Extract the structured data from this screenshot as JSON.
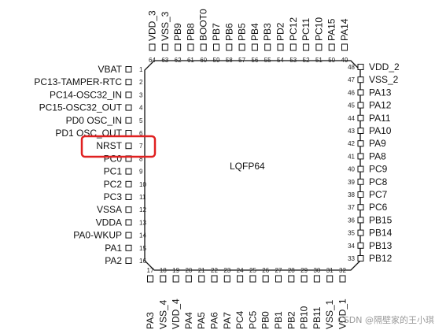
{
  "package": {
    "label": "LQFP64"
  },
  "highlight": {
    "pin": 7,
    "color": "#e02020"
  },
  "watermark": "CSDN @隔壁家的王小琪",
  "pins": {
    "left": [
      {
        "n": 1,
        "name": "VBAT"
      },
      {
        "n": 2,
        "name": "PC13-TAMPER-RTC"
      },
      {
        "n": 3,
        "name": "PC14-OSC32_IN"
      },
      {
        "n": 4,
        "name": "PC15-OSC32_OUT"
      },
      {
        "n": 5,
        "name": "PD0 OSC_IN"
      },
      {
        "n": 6,
        "name": "PD1 OSC_OUT"
      },
      {
        "n": 7,
        "name": "NRST"
      },
      {
        "n": 8,
        "name": "PC0"
      },
      {
        "n": 9,
        "name": "PC1"
      },
      {
        "n": 10,
        "name": "PC2"
      },
      {
        "n": 11,
        "name": "PC3"
      },
      {
        "n": 12,
        "name": "VSSA"
      },
      {
        "n": 13,
        "name": "VDDA"
      },
      {
        "n": 14,
        "name": "PA0-WKUP"
      },
      {
        "n": 15,
        "name": "PA1"
      },
      {
        "n": 16,
        "name": "PA2"
      }
    ],
    "bottom": [
      {
        "n": 17,
        "name": "PA3"
      },
      {
        "n": 18,
        "name": "VSS_4"
      },
      {
        "n": 19,
        "name": "VDD_4"
      },
      {
        "n": 20,
        "name": "PA4"
      },
      {
        "n": 21,
        "name": "PA5"
      },
      {
        "n": 22,
        "name": "PA6"
      },
      {
        "n": 23,
        "name": "PA7"
      },
      {
        "n": 24,
        "name": "PC4"
      },
      {
        "n": 25,
        "name": "PC5"
      },
      {
        "n": 26,
        "name": "PB0"
      },
      {
        "n": 27,
        "name": "PB1"
      },
      {
        "n": 28,
        "name": "PB2"
      },
      {
        "n": 29,
        "name": "PB10"
      },
      {
        "n": 30,
        "name": "PB11"
      },
      {
        "n": 31,
        "name": "VSS_1"
      },
      {
        "n": 32,
        "name": "VDD_1"
      }
    ],
    "right": [
      {
        "n": 33,
        "name": "PB12"
      },
      {
        "n": 34,
        "name": "PB13"
      },
      {
        "n": 35,
        "name": "PB14"
      },
      {
        "n": 36,
        "name": "PB15"
      },
      {
        "n": 37,
        "name": "PC6"
      },
      {
        "n": 38,
        "name": "PC7"
      },
      {
        "n": 39,
        "name": "PC8"
      },
      {
        "n": 40,
        "name": "PC9"
      },
      {
        "n": 41,
        "name": "PA8"
      },
      {
        "n": 42,
        "name": "PA9"
      },
      {
        "n": 43,
        "name": "PA10"
      },
      {
        "n": 44,
        "name": "PA11"
      },
      {
        "n": 45,
        "name": "PA12"
      },
      {
        "n": 46,
        "name": "PA13"
      },
      {
        "n": 47,
        "name": "VSS_2"
      },
      {
        "n": 48,
        "name": "VDD_2"
      }
    ],
    "top": [
      {
        "n": 49,
        "name": "PA14"
      },
      {
        "n": 50,
        "name": "PA15"
      },
      {
        "n": 51,
        "name": "PC10"
      },
      {
        "n": 52,
        "name": "PC11"
      },
      {
        "n": 53,
        "name": "PC12"
      },
      {
        "n": 54,
        "name": "PD2"
      },
      {
        "n": 55,
        "name": "PB3"
      },
      {
        "n": 56,
        "name": "PB4"
      },
      {
        "n": 57,
        "name": "PB5"
      },
      {
        "n": 58,
        "name": "PB6"
      },
      {
        "n": 59,
        "name": "PB7"
      },
      {
        "n": 60,
        "name": "BOOT0"
      },
      {
        "n": 61,
        "name": "PB8"
      },
      {
        "n": 62,
        "name": "PB9"
      },
      {
        "n": 63,
        "name": "VSS_3"
      },
      {
        "n": 64,
        "name": "VDD_3"
      }
    ]
  }
}
